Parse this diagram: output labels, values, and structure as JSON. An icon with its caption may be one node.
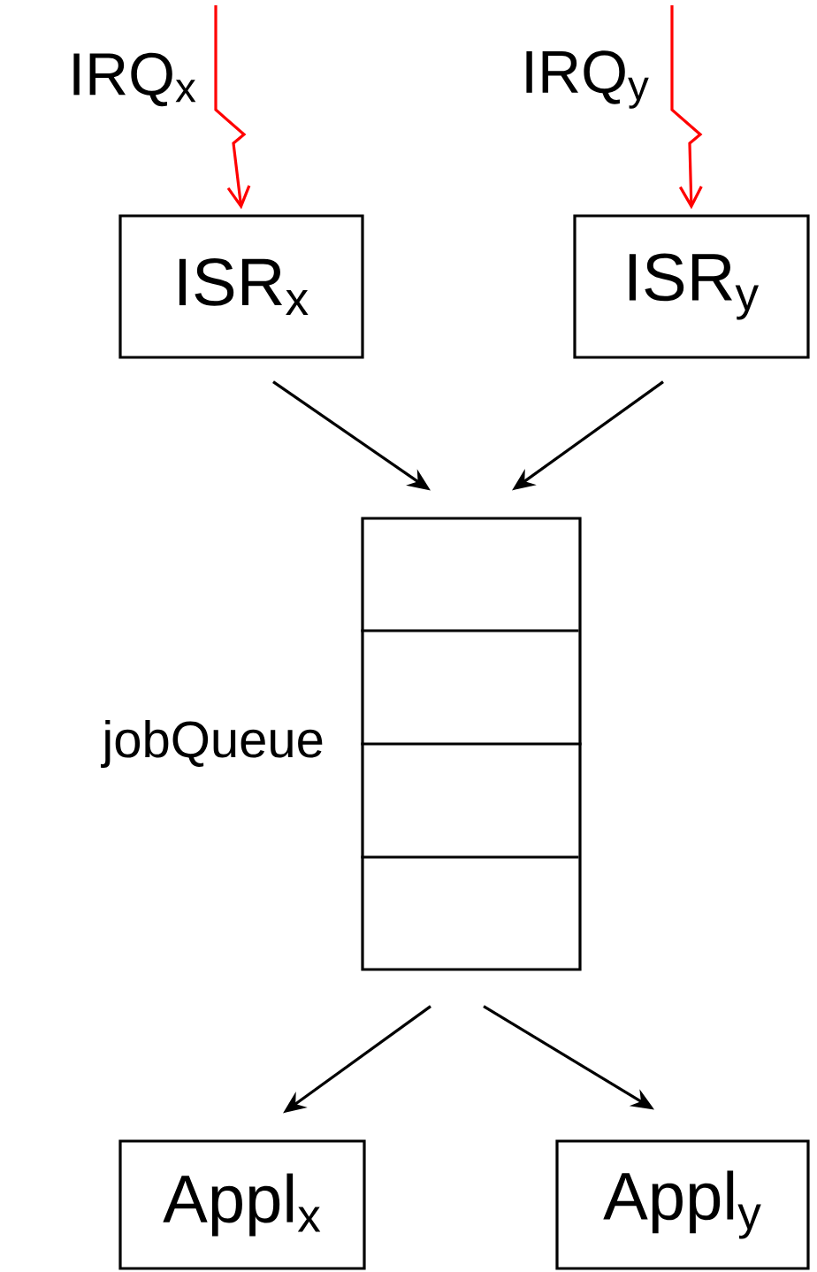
{
  "diagram": {
    "nodes": [
      {
        "text": [
          "ISR$_{x}$"
        ]
      },
      {
        "text": [
          "ISR$_{y}$"
        ]
      },
      {
        "text": [
          "jobQueue"
        ]
      },
      {
        "text": [
          "Appl$_{x}$"
        ]
      },
      {
        "text": [
          "Appl$_{y}$"
        ]
      }
    ],
    "edges": [
      {
        "from": null,
        "to": 0,
        "arrow": "to",
        "color": "#ff0000",
        "label": "IRQ$_{x}$"
      },
      {
        "from": null,
        "to": 1,
        "arrow": "to",
        "color": "#ff0000",
        "label": "IRQ$_{y}$"
      },
      {
        "from": 0,
        "to": 2,
        "arrow": "to"
      },
      {
        "from": 1,
        "to": 2,
        "arrow": "to"
      },
      {
        "from": 2,
        "to": 3,
        "arrow": "to"
      },
      {
        "from": 2,
        "to": 4,
        "arrow": "to"
      }
    ]
  }
}
